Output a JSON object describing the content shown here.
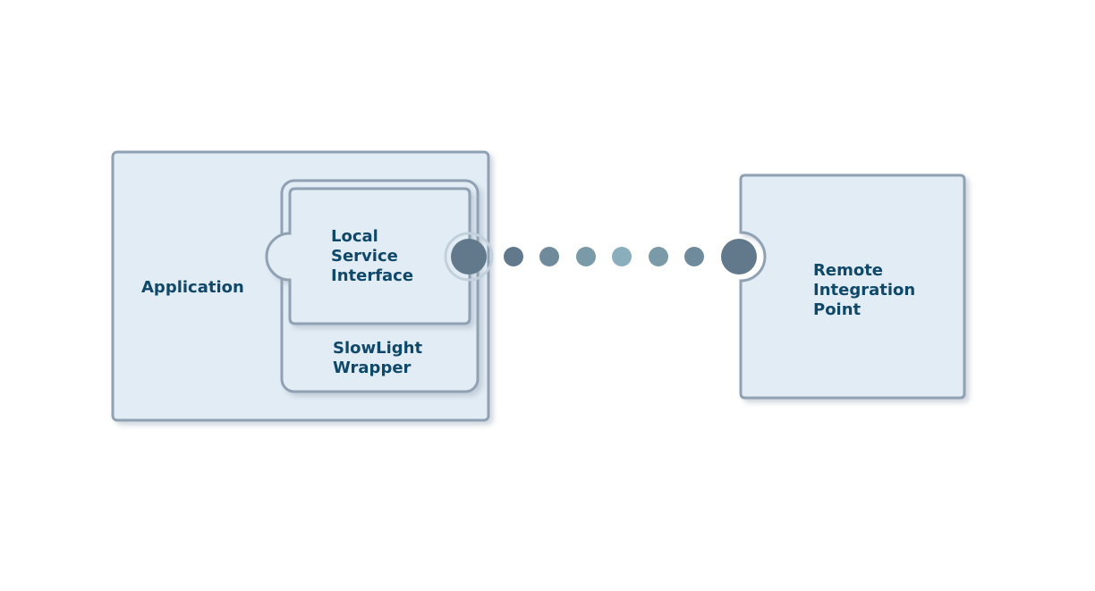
{
  "colors": {
    "background": "#ffffff",
    "box_fill": "#e2ecf5",
    "box_stroke": "#8fa1b3",
    "text": "#0f4868",
    "connector_dark": "#62798b",
    "connector_dot_1": "#62798b",
    "connector_dot_2": "#6f8b9b",
    "connector_dot_3": "#7b9aa8",
    "connector_dot_4": "#8aaebb",
    "connector_dot_5": "#7b9aa8",
    "connector_dot_6": "#6f8b9b"
  },
  "nodes": {
    "application": {
      "label": "Application"
    },
    "wrapper": {
      "label_lines": [
        "SlowLight",
        "Wrapper"
      ]
    },
    "local_service_interface": {
      "label_lines": [
        "Local",
        "Service",
        "Interface"
      ]
    },
    "remote_integration_point": {
      "label_lines": [
        "Remote",
        "Integration",
        "Point"
      ]
    }
  },
  "connector": {
    "style": "dotted",
    "dot_count": 6,
    "from": "local_service_interface",
    "to": "remote_integration_point"
  }
}
